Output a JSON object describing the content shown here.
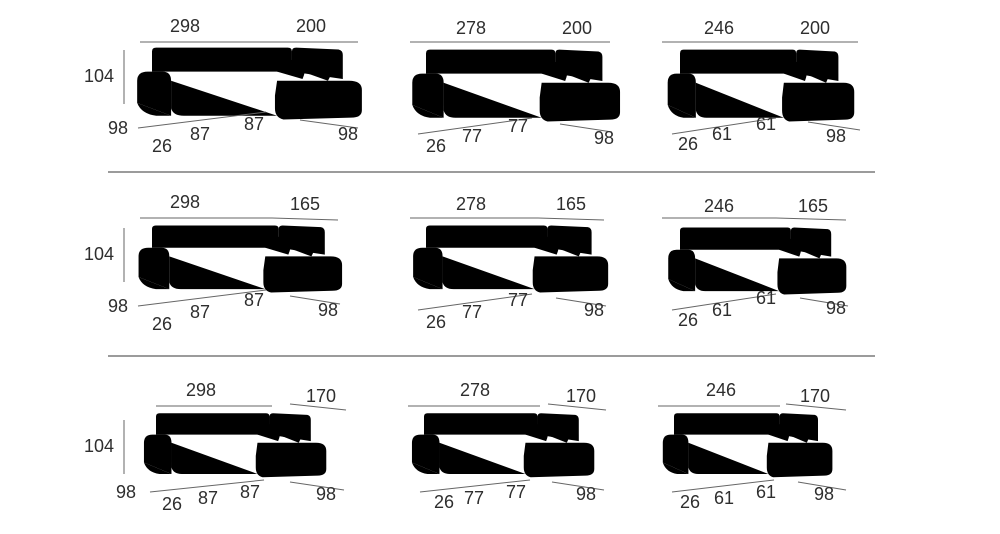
{
  "rows": [
    {
      "height_label": "104",
      "items": [
        {
          "width": "298",
          "chaise": "200",
          "depth": "98",
          "arm": "26",
          "seat_a": "87",
          "seat_b": "87",
          "chaise_depth": "98"
        },
        {
          "width": "278",
          "chaise": "200",
          "arm": "26",
          "seat_a": "77",
          "seat_b": "77",
          "chaise_depth": "98"
        },
        {
          "width": "246",
          "chaise": "200",
          "arm": "26",
          "seat_a": "61",
          "seat_b": "61",
          "chaise_depth": "98"
        }
      ]
    },
    {
      "height_label": "104",
      "items": [
        {
          "width": "298",
          "chaise": "165",
          "depth": "98",
          "arm": "26",
          "seat_a": "87",
          "seat_b": "87",
          "chaise_depth": "98"
        },
        {
          "width": "278",
          "chaise": "165",
          "arm": "26",
          "seat_a": "77",
          "seat_b": "77",
          "chaise_depth": "98"
        },
        {
          "width": "246",
          "chaise": "165",
          "arm": "26",
          "seat_a": "61",
          "seat_b": "61",
          "chaise_depth": "98"
        }
      ]
    },
    {
      "height_label": "104",
      "items": [
        {
          "width": "298",
          "chaise": "170",
          "depth": "98",
          "arm": "26",
          "seat_a": "87",
          "seat_b": "87",
          "chaise_depth": "98"
        },
        {
          "width": "278",
          "chaise": "170",
          "arm": "26",
          "seat_a": "77",
          "seat_b": "77",
          "chaise_depth": "98"
        },
        {
          "width": "246",
          "chaise": "170",
          "arm": "26",
          "seat_a": "61",
          "seat_b": "61",
          "chaise_depth": "98"
        }
      ]
    }
  ]
}
